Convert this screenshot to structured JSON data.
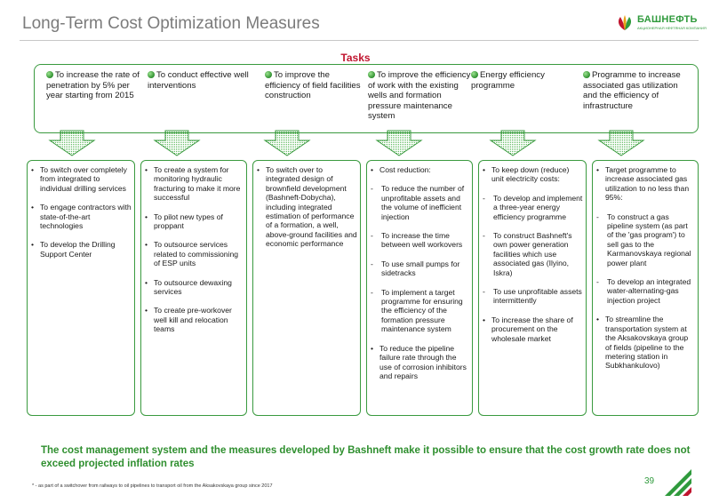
{
  "header": {
    "title": "Long-Term Cost Optimization Measures",
    "logo_name": "БАШНЕФТЬ",
    "logo_subtitle": "АКЦИОНЕРНАЯ НЕФТЯНАЯ КОМПАНИЯ"
  },
  "tasks_label": "Tasks",
  "tasks": [
    "To increase the rate of penetration by 5% per year starting from 2015",
    "To conduct effective well interventions",
    "To improve the efficiency of field facilities construction",
    "To improve the efficiency of work with the existing wells and formation pressure maintenance system",
    "Energy efficiency programme",
    "Programme to increase associated gas utilization and the efficiency of infrastructure"
  ],
  "columns": [
    {
      "items": [
        {
          "mark": "•",
          "text": "To switch over completely from integrated to individual drilling services"
        },
        {
          "mark": "•",
          "text": "To engage contractors with state-of-the-art technologies"
        },
        {
          "mark": "•",
          "text": "To develop the Drilling Support Center"
        }
      ]
    },
    {
      "items": [
        {
          "mark": "•",
          "text": "To create a system for monitoring hydraulic fracturing to make it more successful"
        },
        {
          "mark": "•",
          "text": "To pilot new types of proppant"
        },
        {
          "mark": "•",
          "text": "To outsource services related to commissioning of ESP units"
        },
        {
          "mark": "•",
          "text": "To outsource dewaxing services"
        },
        {
          "mark": "•",
          "text": "To create pre-workover well kill and relocation teams"
        }
      ]
    },
    {
      "items": [
        {
          "mark": "•",
          "text": "To switch over to integrated design of brownfield development (Bashneft-Dobycha), including integrated estimation of performance of a formation, a well, above-ground facilities and economic performance"
        }
      ]
    },
    {
      "items": [
        {
          "mark": "•",
          "text": "Cost reduction:"
        },
        {
          "mark": "-",
          "text": "To reduce the number of unprofitable assets and the volume of inefficient injection"
        },
        {
          "mark": "-",
          "text": "To increase the time between well workovers"
        },
        {
          "mark": "-",
          "text": "To use small pumps for sidetracks"
        },
        {
          "mark": "-",
          "text": "To implement a target programme for ensuring the efficiency of the formation pressure maintenance system"
        },
        {
          "mark": "•",
          "text": "To reduce the pipeline failure rate through the use of corrosion inhibitors and repairs"
        }
      ]
    },
    {
      "items": [
        {
          "mark": "•",
          "text": "To keep down (reduce) unit electricity costs:"
        },
        {
          "mark": "-",
          "text": "To develop and implement a three-year energy efficiency programme"
        },
        {
          "mark": "-",
          "text": "To construct Bashneft's own power generation facilities which use associated gas (Ilyino, Iskra)"
        },
        {
          "mark": "-",
          "text": "To use unprofitable assets intermittently"
        },
        {
          "mark": "•",
          "text": "To increase the share of procurement on the wholesale market"
        }
      ]
    },
    {
      "items": [
        {
          "mark": "•",
          "text": "Target programme to increase associated gas utilization to no less than 95%:"
        },
        {
          "mark": "-",
          "text": "To construct a gas pipeline system (as part of the 'gas program') to sell gas to the Karmanovskaya regional power plant"
        },
        {
          "mark": "-",
          "text": "To develop an integrated water-alternating-gas injection project"
        },
        {
          "mark": "•",
          "text": "To streamline the transportation system at the Aksakovskaya group of fields (pipeline to the metering station in Subkhankulovo)"
        }
      ]
    }
  ],
  "conclusion": "The cost management system and the measures developed by Bashneft make it possible to ensure that the cost growth rate does not exceed projected inflation rates",
  "footnote": "* - as part of a switchover from railways to oil pipelines to transport oil from the Aksakovskaya group since 2017",
  "page_number": "39",
  "colors": {
    "accent": "#3a9a3f",
    "title": "#7b7b7b",
    "tasks_label": "#c0152f",
    "conclusion": "#2f8f2f"
  }
}
